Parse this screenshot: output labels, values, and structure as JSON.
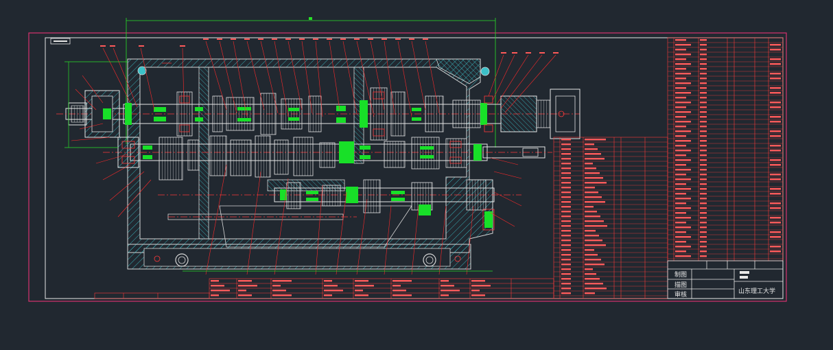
{
  "colors": {
    "background": "#212830",
    "frame_outer": "#d8326f",
    "frame_inner": "#e8e8e8",
    "housing": "#d8d8d8",
    "hatch": "#3cc0c8",
    "shaft": "#e8e8e8",
    "part_fill": "#18e028",
    "leader": "#ff2a2a",
    "dimension": "#28e028",
    "table_line": "#ff3a3a",
    "table_text": "#e8e8e8",
    "table_data_text": "#ff5a5a"
  },
  "title_block": {
    "draw_label": "制图",
    "trace_label": "描图",
    "review_label": "审核",
    "university": "山东理工大学"
  }
}
